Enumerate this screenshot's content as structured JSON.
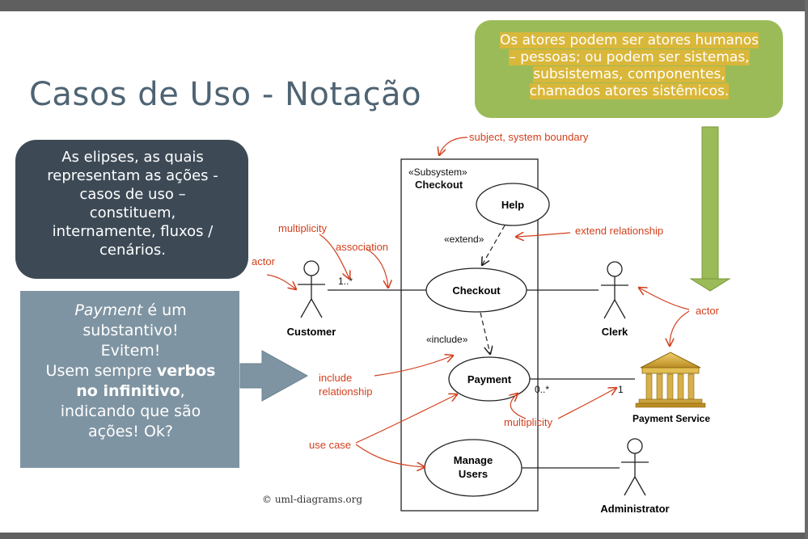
{
  "slide": {
    "title": "Casos de Uso -  Notação"
  },
  "notes": {
    "actors_note": {
      "lines": [
        "Os atores podem ser atores humanos",
        "– pessoas; ou podem ser sistemas,",
        "subsistemas, componentes,",
        "chamados atores sistêmicos."
      ],
      "color": "#9bbb59",
      "highlight_color": "#d9b73a"
    },
    "ellipses_note": {
      "lines": [
        "As elipses, as quais",
        "representam as ações -",
        "casos de uso –",
        "constituem,",
        "internamente, fluxos /",
        "cenários."
      ],
      "color": "#3d4a56"
    },
    "payment_note": {
      "line1_italic": "Payment",
      "line1_rest": " é um",
      "line2": "substantivo!",
      "line3": "Evitem!",
      "line4_normal": "Usem sempre ",
      "line4_bold": "verbos",
      "line5_bold": "no infinitivo",
      "line5_rest": ",",
      "line6": "indicando que são",
      "line7": "ações! Ok?",
      "color": "#7f94a2"
    }
  },
  "diagram": {
    "subsystem_stereotype": "«Subsystem»",
    "subsystem_name": "Checkout",
    "use_cases": {
      "help": "Help",
      "checkout": "Checkout",
      "payment": "Payment",
      "manage_line1": "Manage",
      "manage_line2": "Users"
    },
    "actors": {
      "customer": "Customer",
      "clerk": "Clerk",
      "payment_service": "Payment Service",
      "administrator": "Administrator"
    },
    "stereotypes": {
      "extend": "«extend»",
      "include": "«include»"
    },
    "multiplicities": {
      "customer_end": "1..*",
      "payment_end": "0..*",
      "service_end": "1"
    },
    "annotations": {
      "subject": "subject, system boundary",
      "multiplicity_top": "multiplicity",
      "association": "association",
      "actor_left": "actor",
      "extend_relationship": "extend relationship",
      "actor_right": "actor",
      "include_line1": "include",
      "include_line2": "relationship",
      "multiplicity_bottom": "multiplicity",
      "use_case": "use case"
    },
    "copyright": "© uml-diagrams.org",
    "annotation_color": "#d2401e"
  }
}
